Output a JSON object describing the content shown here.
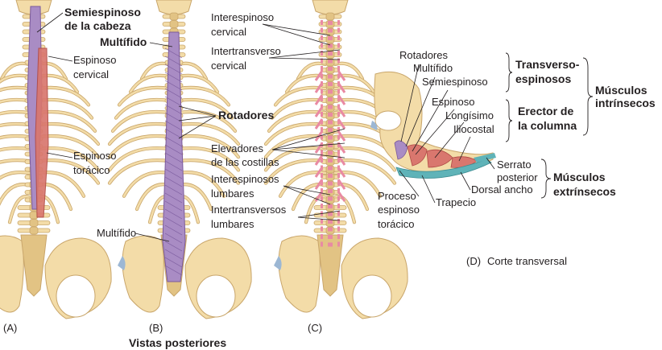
{
  "colors": {
    "bone": "#f3dca8",
    "bone_edge": "#c9a66b",
    "bone_shadow": "#e2c384",
    "muscle_purple": "#a98cc4",
    "muscle_purple_dark": "#7a5a9c",
    "muscle_red": "#d9776e",
    "muscle_red_dark": "#b04a45",
    "muscle_pink": "#e98aa3",
    "muscle_teal": "#5fb3b8",
    "cartilage_blue": "#9cb7d4",
    "leader": "#231f20"
  },
  "panel_a": {
    "label": "(A)",
    "semispinalis_capitis": [
      "Semiespinoso",
      "de la cabeza"
    ],
    "spinalis_cervicis": [
      "Espinoso",
      "cervical"
    ],
    "spinalis_thoracis": [
      "Espinoso",
      "torácico"
    ]
  },
  "panel_b": {
    "label": "(B)",
    "multifidus_top": "Multífido",
    "rotatores": "Rotadores",
    "multifidus_bottom": "Multífido"
  },
  "panel_c": {
    "label": "(C)",
    "interspinales_cervicis": [
      "Interespinoso",
      "cervical"
    ],
    "intertransversarii_cervicis": [
      "Intertransverso",
      "cervical"
    ],
    "levatores_costarum": [
      "Elevadores",
      "de las costillas"
    ],
    "interspinales_lumborum": [
      "Interespinosos",
      "lumbares"
    ],
    "intertransversarii_lumborum": [
      "Intertransversos",
      "lumbares"
    ]
  },
  "panel_d": {
    "label": "(D)",
    "title": "Corte transversal",
    "rotadores": "Rotadores",
    "multifido": "Multífido",
    "semiespinoso": "Semiespinoso",
    "transversoespinosos": [
      "Transverso-",
      "espinosos"
    ],
    "espinoso": "Espinoso",
    "longisimo": "Longísimo",
    "iliocostal": "Iliocostal",
    "erector": [
      "Erector de",
      "la columna"
    ],
    "intrinsecos": [
      "Músculos",
      "intrínsecos"
    ],
    "serrato": [
      "Serrato",
      "posterior"
    ],
    "dorsal_ancho": "Dorsal ancho",
    "trapecio": "Trapecio",
    "extrinsecos": [
      "Músculos",
      "extrínsecos"
    ],
    "proceso": [
      "Proceso",
      "espinoso",
      "torácico"
    ]
  },
  "caption": "Vistas posteriores"
}
